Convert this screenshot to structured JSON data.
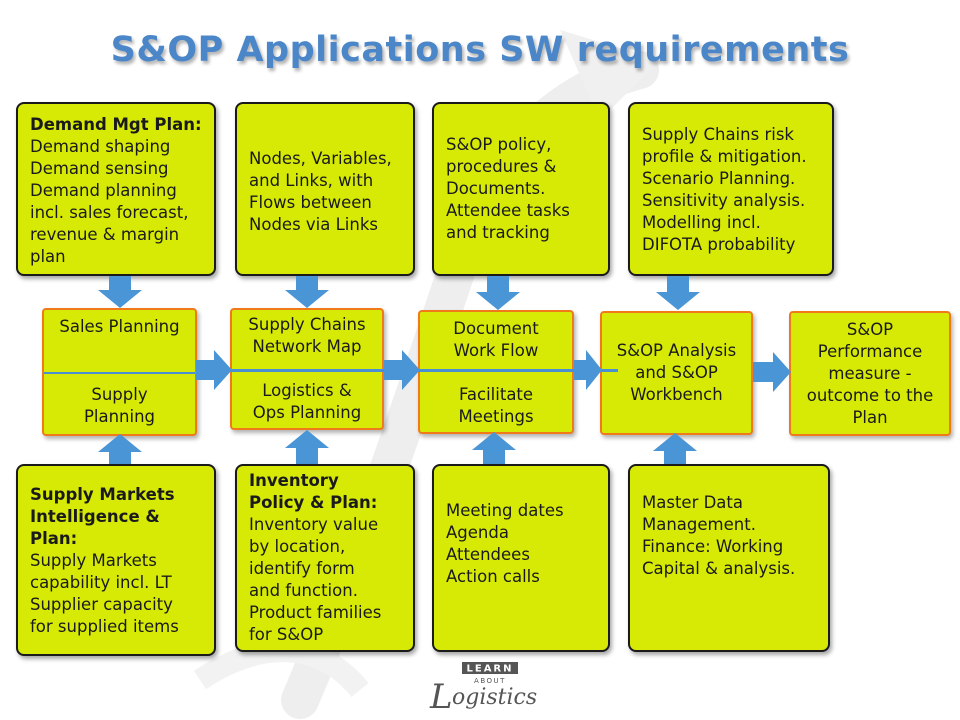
{
  "title": "S&OP Applications SW requirements",
  "top_boxes": [
    {
      "heading": "Demand Mgt Plan:",
      "lines": [
        "Demand shaping",
        "Demand sensing",
        "Demand planning",
        "incl. sales forecast,",
        "revenue & margin",
        "plan"
      ]
    },
    {
      "heading": "",
      "lines": [
        "Nodes, Variables,",
        "and Links, with",
        "Flows between",
        "Nodes via Links"
      ]
    },
    {
      "heading": "",
      "lines": [
        "S&OP policy,",
        "procedures &",
        "Documents.",
        "Attendee tasks",
        "and tracking"
      ]
    },
    {
      "heading": "",
      "lines": [
        "Supply Chains risk",
        "profile & mitigation.",
        "Scenario Planning.",
        "Sensitivity analysis.",
        "Modelling incl.",
        "DIFOTA probability"
      ]
    }
  ],
  "middle_boxes": [
    {
      "top": [
        "Sales Planning"
      ],
      "bottom": [
        "Supply",
        "Planning"
      ]
    },
    {
      "top": [
        "Supply Chains",
        "Network Map"
      ],
      "bottom": [
        "Logistics &",
        "Ops Planning"
      ]
    },
    {
      "top": [
        "Document",
        "Work Flow"
      ],
      "bottom": [
        "Facilitate",
        "Meetings"
      ]
    },
    {
      "single": [
        "S&OP Analysis",
        "and S&OP",
        "Workbench"
      ]
    },
    {
      "single": [
        "S&OP",
        "Performance",
        "measure -",
        "outcome to the",
        "Plan"
      ]
    }
  ],
  "bottom_boxes": [
    {
      "heading": [
        "Supply Markets",
        "Intelligence &",
        "Plan:"
      ],
      "lines": [
        "Supply Markets",
        "capability incl. LT",
        "Supplier capacity",
        "for supplied items"
      ]
    },
    {
      "heading": [
        "Inventory",
        "Policy & Plan:"
      ],
      "lines": [
        "Inventory value",
        "by location,",
        "identify form",
        "and function.",
        "Product families",
        "for S&OP"
      ]
    },
    {
      "heading": [],
      "lines": [
        "Meeting dates",
        "Agenda",
        "Attendees",
        "Action calls"
      ]
    },
    {
      "heading": [],
      "lines": [
        "Master Data",
        "Management.",
        "Finance: Working",
        "Capital & analysis."
      ]
    }
  ],
  "logo": {
    "word1": "LEARN",
    "word2": "ABOUT",
    "word3": "ogistics",
    "initial": "L"
  },
  "colors": {
    "box_fill": "#d7ea06",
    "box_border": "#1a1a1a",
    "mid_border": "#f07a1a",
    "arrow": "#4a95d6",
    "title": "#4a86c8"
  }
}
